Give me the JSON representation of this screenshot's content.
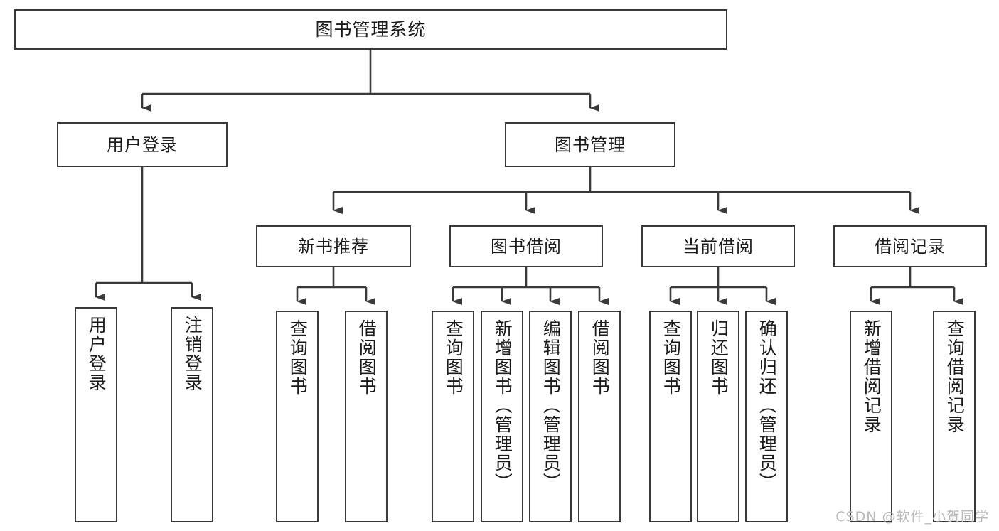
{
  "diagram": {
    "type": "tree",
    "title": "图书管理系统",
    "orientation": "top-down",
    "colors": {
      "box_border": "#3a3a3a",
      "box_fill": "#ffffff",
      "connector": "#3a3a3a",
      "text": "#1b1b1b",
      "watermark": "#b9b9b9"
    },
    "root": {
      "label": "图书管理系统"
    },
    "level2": [
      {
        "label": "用户登录"
      },
      {
        "label": "图书管理"
      }
    ],
    "level3": [
      {
        "label": "新书推荐"
      },
      {
        "label": "图书借阅"
      },
      {
        "label": "当前借阅"
      },
      {
        "label": "借阅记录"
      }
    ],
    "leaves": {
      "user_login": [
        {
          "label": "用户登录"
        },
        {
          "label": "注销登录"
        }
      ],
      "new_book_recommend": [
        {
          "label": "查询图书"
        },
        {
          "label": "借阅图书"
        }
      ],
      "book_borrow": [
        {
          "label": "查询图书"
        },
        {
          "label": "新增图书（管理员）"
        },
        {
          "label": "编辑图书（管理员）"
        },
        {
          "label": "借阅图书"
        }
      ],
      "current_borrow": [
        {
          "label": "查询图书"
        },
        {
          "label": "归还图书"
        },
        {
          "label": "确认归还（管理员）"
        }
      ],
      "borrow_records": [
        {
          "label": "新增借阅记录"
        },
        {
          "label": "查询借阅记录"
        }
      ]
    }
  },
  "watermark": {
    "text": "CSDN @软件_小贺同学"
  }
}
